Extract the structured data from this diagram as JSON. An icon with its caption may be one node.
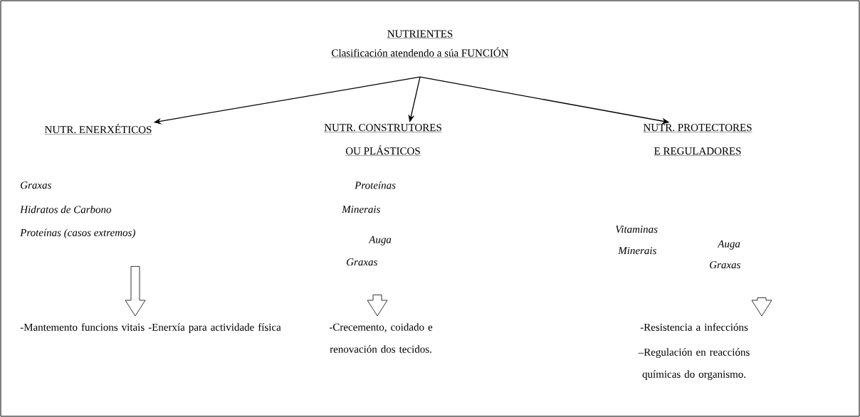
{
  "diagram": {
    "nodes": [
      {
        "text": [
          "NUTRIENTES",
          "Clasificación atendendo a súa FUNCIÓN"
        ]
      },
      {
        "text": [
          "NUTR. ENERXÉTICOS"
        ]
      },
      {
        "text": [
          "NUTR. CONSTRUTORES",
          "OU PLÁSTICOS"
        ]
      },
      {
        "text": [
          "NUTR. PROTECTORES",
          "E REGULADORES"
        ]
      },
      {
        "text": [
          "Graxas",
          "Hidratos de Carbono",
          "Proteínas (casos extremos)"
        ]
      },
      {
        "text": [
          "Proteínas",
          "Minerais",
          "Auga",
          "Graxas"
        ]
      },
      {
        "text": [
          "Vitaminas",
          "Minerais",
          "Auga",
          "Graxas"
        ]
      },
      {
        "text": [
          "-Mantemento funcions vitais -Enerxía para actividade física"
        ]
      },
      {
        "text": [
          "-Crecemento, coidado e renovación dos tecidos."
        ]
      },
      {
        "text": [
          "-Resistencia a infeccións",
          "–Regulación en reaccións químicas do organismo."
        ]
      }
    ],
    "edges": [
      {
        "from": 0,
        "to": 1,
        "arrow": "to"
      },
      {
        "from": 0,
        "to": 2,
        "arrow": "to"
      },
      {
        "from": 0,
        "to": 3,
        "arrow": "to"
      },
      {
        "from": 4,
        "to": 7,
        "arrow": "to",
        "style": "thick"
      },
      {
        "from": 5,
        "to": 8,
        "arrow": "to",
        "style": "thick"
      },
      {
        "from": 6,
        "to": 9,
        "arrow": "to",
        "style": "thick"
      }
    ]
  }
}
